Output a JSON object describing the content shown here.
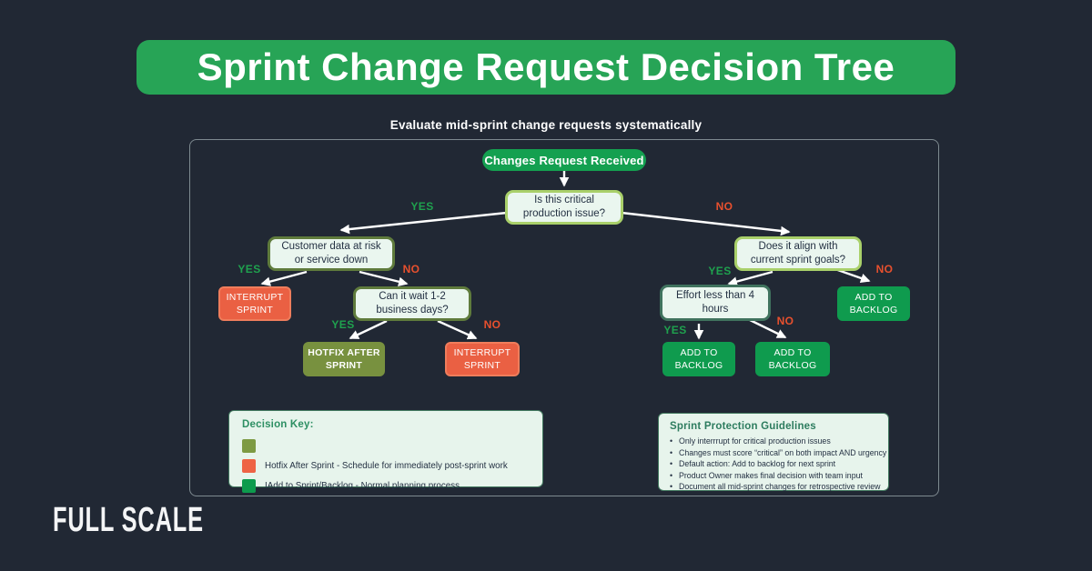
{
  "header": {
    "title": "Sprint Change Request Decision Tree"
  },
  "subtitle": "Evaluate mid-sprint change requests systematically",
  "brand": {
    "logo_text": "FULL SCALE"
  },
  "labels": {
    "yes": "YES",
    "no": "NO"
  },
  "nodes": {
    "root": "Changes Request Received",
    "critical": "Is this critical production issue?",
    "customer_risk": "Customer data at risk or service down",
    "can_wait": "Can it wait 1-2 business days?",
    "interrupt_sprint_1": "INTERRUPT SPRINT",
    "hotfix_after_sprint": "HOTFIX AFTER SPRINT",
    "interrupt_sprint_2": "INTERRUPT SPRINT",
    "align_goals": "Does it align with current sprint goals?",
    "effort": "Effort less than 4 hours",
    "add_backlog_right": "ADD TO BACKLOG",
    "add_backlog_left": "ADD TO BACKLOG",
    "add_backlog_mid": "ADD TO BACKLOG"
  },
  "decision_key": {
    "title": "Decision Key:",
    "items": [
      {
        "swatch": "#7d9a43",
        "text": ""
      },
      {
        "swatch": "#ee6345",
        "text": "Hotfix After Sprint - Schedule for immediately post-sprint work"
      },
      {
        "swatch": "#0d9b4d",
        "text": "IAdd to Sprint/Backlog - Normal planning process"
      }
    ]
  },
  "guidelines": {
    "title": "Sprint Protection Guidelines",
    "items": [
      "Only interrrupt for critical production issues",
      "Changes must score “critical” on both impact AND urgency",
      "Default action: Add to backlog for next sprint",
      "Product Owner makes final decision with team input",
      "Document all mid-sprint changes for retrospective review"
    ]
  },
  "colors": {
    "background": "#212834",
    "header_green": "#27a456",
    "node_green": "#14a050",
    "action_green": "#0f9b4e",
    "action_orange": "#ea6043",
    "action_olive": "#78913f",
    "border_light_green": "#a9d06a",
    "border_olive": "#5f7b3c",
    "border_teal": "#40735e",
    "mint_bg": "#eaf6ef",
    "yes_label": "#1fa14e",
    "no_label": "#e8502e"
  }
}
